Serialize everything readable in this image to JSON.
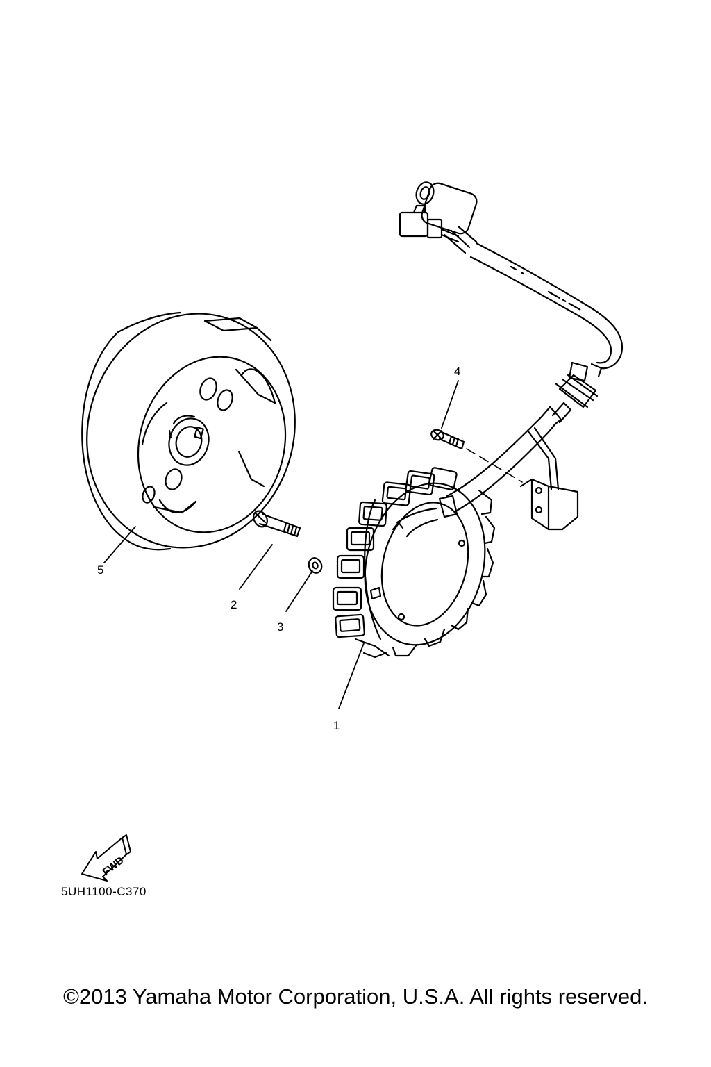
{
  "callouts": {
    "part_1": "1",
    "part_2": "2",
    "part_3": "3",
    "part_4": "4",
    "part_5": "5"
  },
  "fwd_label": "FWD",
  "diagram_code": "5UH1100-C370",
  "copyright": "©2013 Yamaha Motor Corporation, U.S.A. All rights reserved.",
  "colors": {
    "line": "#000000",
    "background": "#ffffff"
  }
}
